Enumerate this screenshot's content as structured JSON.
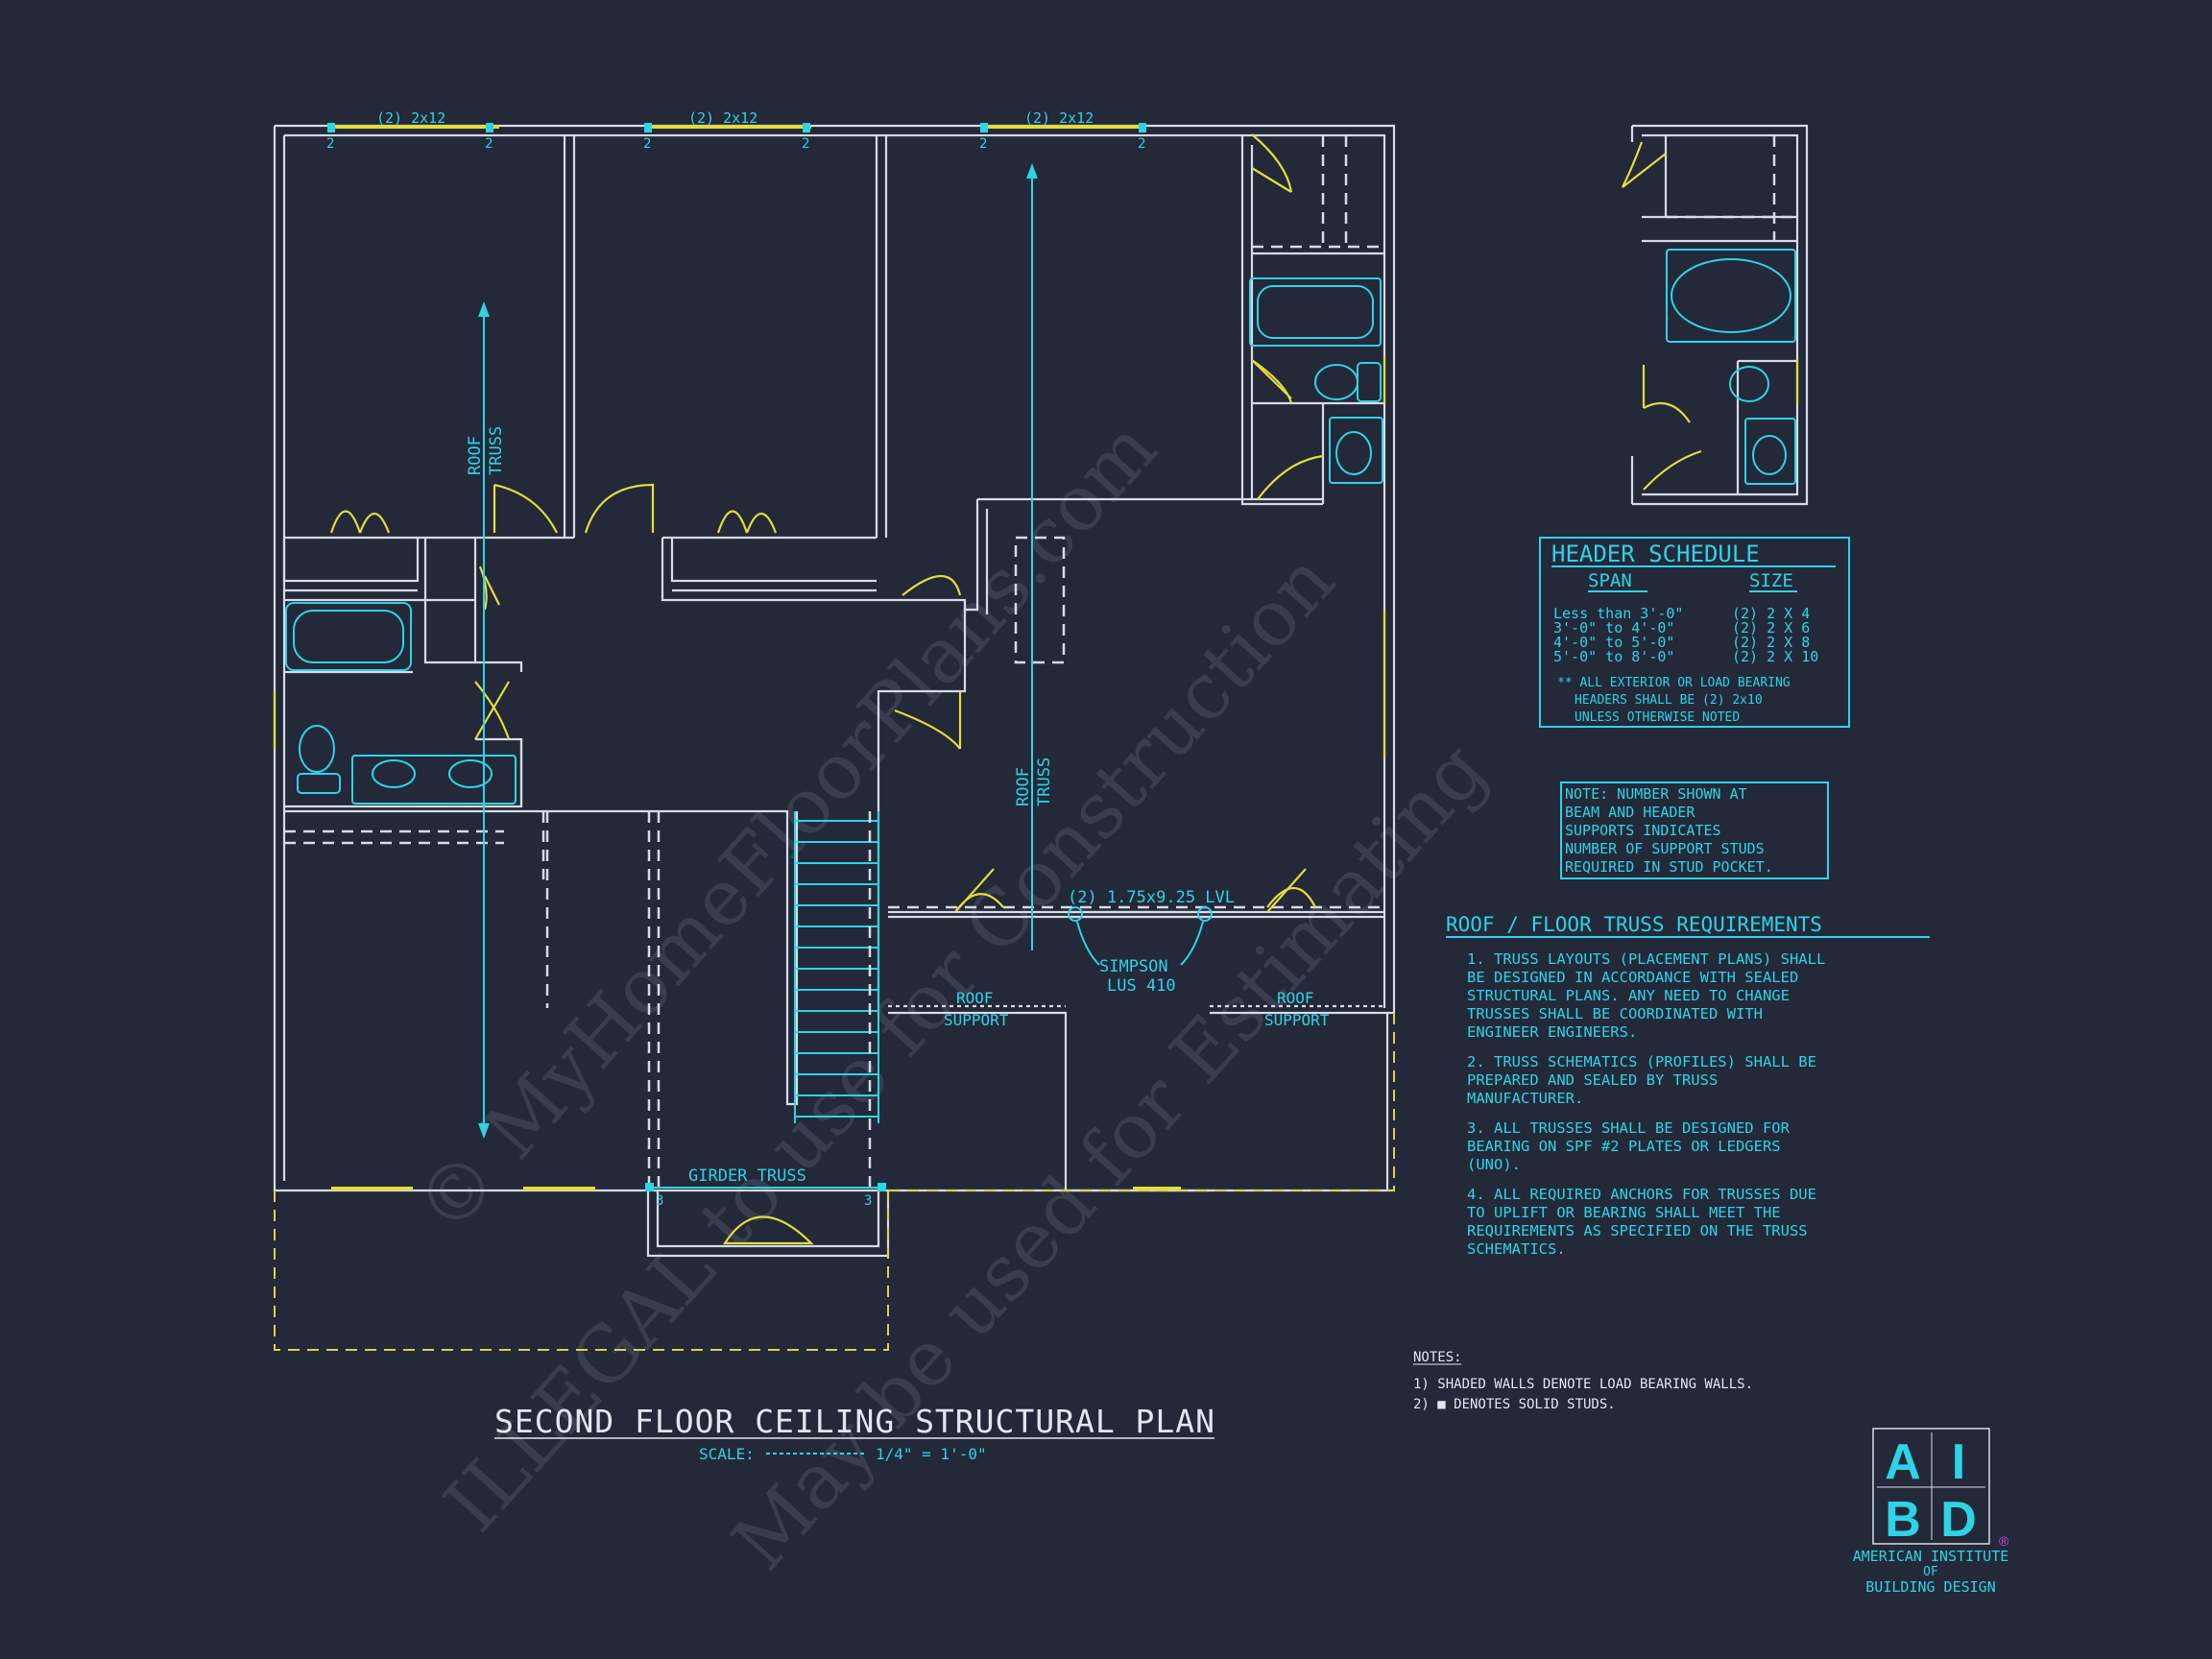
{
  "plan": {
    "title": "SECOND FLOOR CEILING STRUCTURAL PLAN",
    "scale_label": "SCALE:",
    "scale_value": "1/4\" = 1'-0\"",
    "roof_truss_label": [
      "ROOF",
      "TRUSS"
    ],
    "header_label": "(2) 2x12",
    "stud_count_2": "2",
    "stud_count_3": "3",
    "girder_truss": "GIRDER TRUSS",
    "lvl_label": "(2) 1.75x9.25 LVL",
    "simpson_label": [
      "SIMPSON",
      "LUS 410"
    ],
    "roof_support": [
      "ROOF",
      "SUPPORT"
    ]
  },
  "header_schedule": {
    "title": "HEADER SCHEDULE",
    "col_span": "SPAN",
    "col_size": "SIZE",
    "rows": [
      {
        "span": "Less than 3'-0\"",
        "size": "(2) 2 X 4"
      },
      {
        "span": "3'-0\" to 4'-0\"",
        "size": "(2) 2 X 6"
      },
      {
        "span": "4'-0\" to 5'-0\"",
        "size": "(2) 2 X 8"
      },
      {
        "span": "5'-0\" to 8'-0\"",
        "size": "(2) 2 X 10"
      }
    ],
    "note": [
      "** ALL EXTERIOR OR LOAD BEARING",
      "HEADERS SHALL BE (2) 2x10",
      "UNLESS OTHERWISE NOTED"
    ]
  },
  "support_note": [
    "NOTE: NUMBER SHOWN AT",
    "BEAM AND HEADER",
    "SUPPORTS INDICATES",
    "NUMBER OF SUPPORT STUDS",
    "REQUIRED IN STUD POCKET."
  ],
  "truss_requirements": {
    "title": "ROOF / FLOOR  TRUSS REQUIREMENTS",
    "items": [
      [
        "1. TRUSS LAYOUTS (PLACEMENT PLANS) SHALL",
        "BE DESIGNED IN ACCORDANCE WITH SEALED",
        "STRUCTURAL PLANS. ANY NEED TO CHANGE",
        "TRUSSES SHALL BE COORDINATED WITH",
        "ENGINEER ENGINEERS."
      ],
      [
        "2. TRUSS SCHEMATICS (PROFILES) SHALL BE",
        "PREPARED AND SEALED BY TRUSS",
        "MANUFACTURER."
      ],
      [
        "3. ALL TRUSSES SHALL BE DESIGNED FOR",
        "BEARING ON SPF #2 PLATES OR LEDGERS",
        "(UNO)."
      ],
      [
        "4. ALL REQUIRED ANCHORS FOR TRUSSES DUE",
        "TO UPLIFT OR BEARING SHALL MEET THE",
        "REQUIREMENTS AS SPECIFIED ON THE TRUSS",
        "SCHEMATICS."
      ]
    ]
  },
  "notes": {
    "title": "NOTES:",
    "items": [
      "1) SHADED WALLS DENOTE LOAD BEARING WALLS.",
      "2)  ■  DENOTES SOLID STUDS."
    ]
  },
  "logo": {
    "letters": [
      "A",
      "I",
      "B",
      "D"
    ],
    "registered": "®",
    "caption": [
      "AMERICAN INSTITUTE",
      "OF",
      "BUILDING DESIGN"
    ]
  },
  "watermark": [
    "© MyHomeFloorPlans.com",
    "ILLEGAL to use for Construction",
    "May be used for Estimating"
  ],
  "colors": {
    "background": "#232939",
    "accent": "#2ed3e6",
    "wall": "#d7dbe8",
    "door": "#e3dc3a"
  }
}
